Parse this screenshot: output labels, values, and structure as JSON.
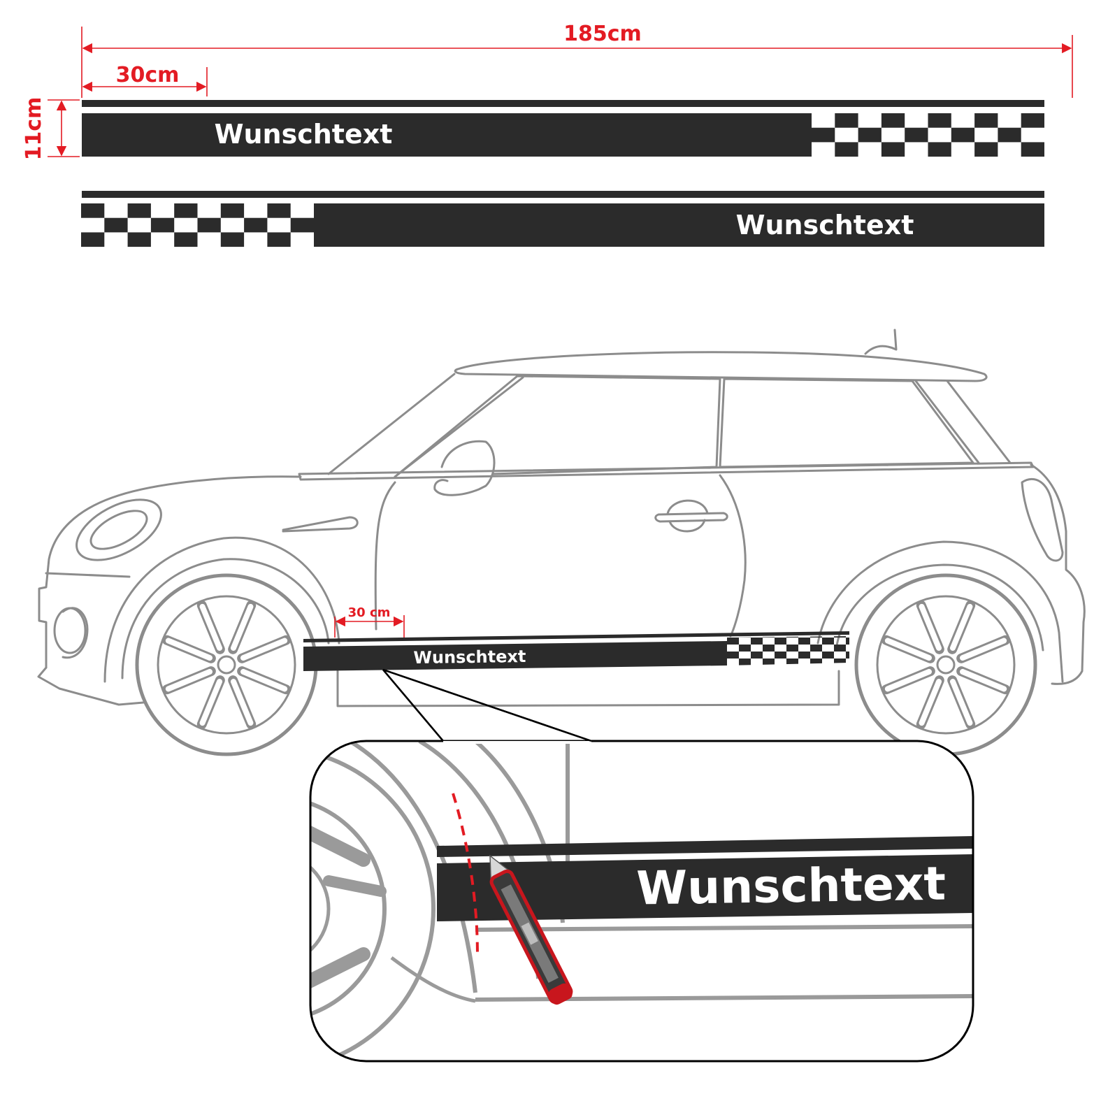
{
  "dimensions": {
    "total_length": "185cm",
    "segment_length": "30cm",
    "height": "11cm",
    "car_segment_length": "30 cm"
  },
  "stripes": {
    "custom_text": "Wunschtext"
  },
  "colors": {
    "stripe": "#2b2b2b",
    "dimension": "#e31b23",
    "car_outline": "#8c8c8c",
    "background": "#ffffff"
  },
  "icons": {
    "cutter": "utility-knife-icon"
  }
}
